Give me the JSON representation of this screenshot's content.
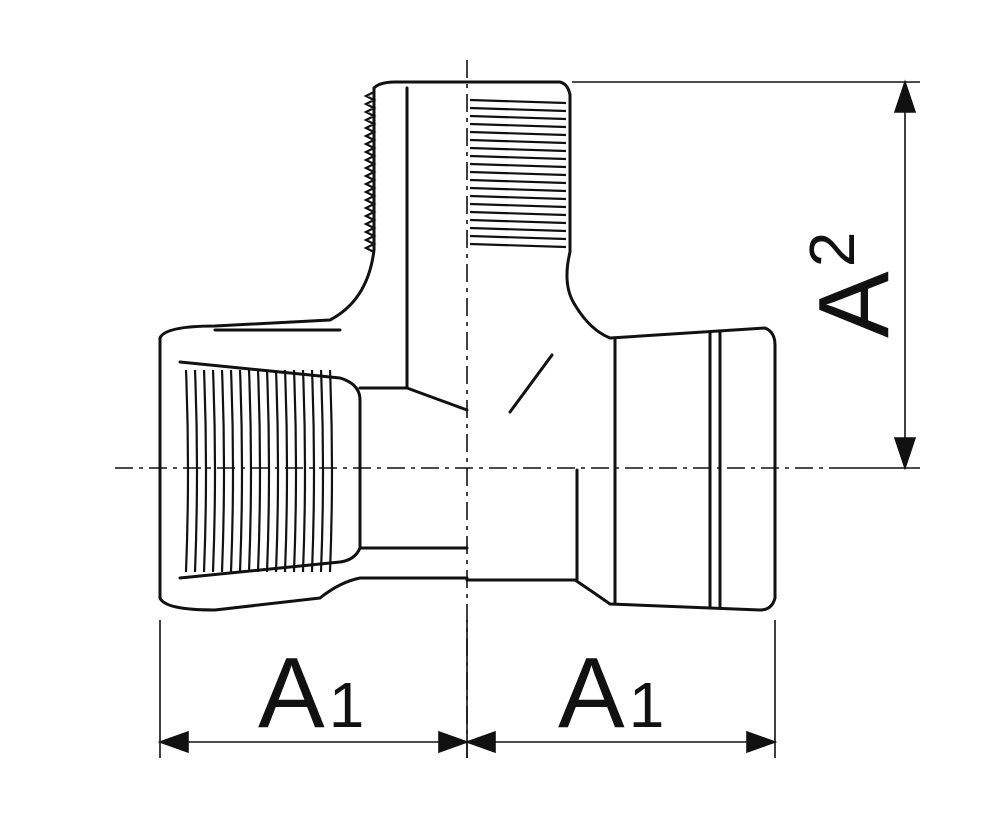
{
  "diagram": {
    "colors": {
      "line": "#111111",
      "background": "#ffffff"
    },
    "dimensions": {
      "left_run": {
        "main": "A",
        "sub": "1"
      },
      "right_run": {
        "main": "A",
        "sub": "1"
      },
      "branch": {
        "main": "A",
        "sub": "2"
      }
    }
  }
}
